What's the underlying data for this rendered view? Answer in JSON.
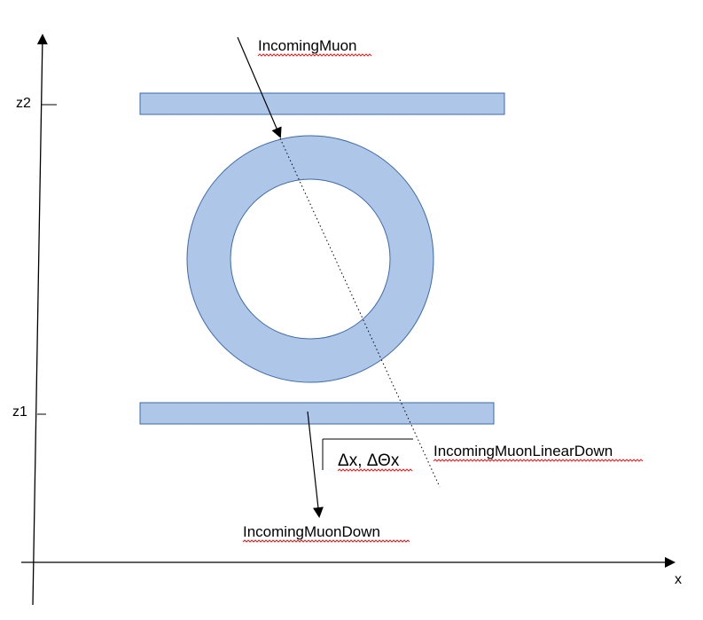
{
  "colors": {
    "fill": "#aec6e8",
    "stroke": "#3d6aa8",
    "ink": "#000000",
    "spellcheck": "#e02020"
  },
  "axes": {
    "z2_label": "z2",
    "z1_label": "z1",
    "x_label": "x"
  },
  "labels": {
    "incoming_muon": "IncomingMuon",
    "incoming_muon_linear_down": "IncomingMuonLinearDown",
    "incoming_muon_down": "IncomingMuonDown",
    "delta_label": "Δx, ΔΘx"
  }
}
